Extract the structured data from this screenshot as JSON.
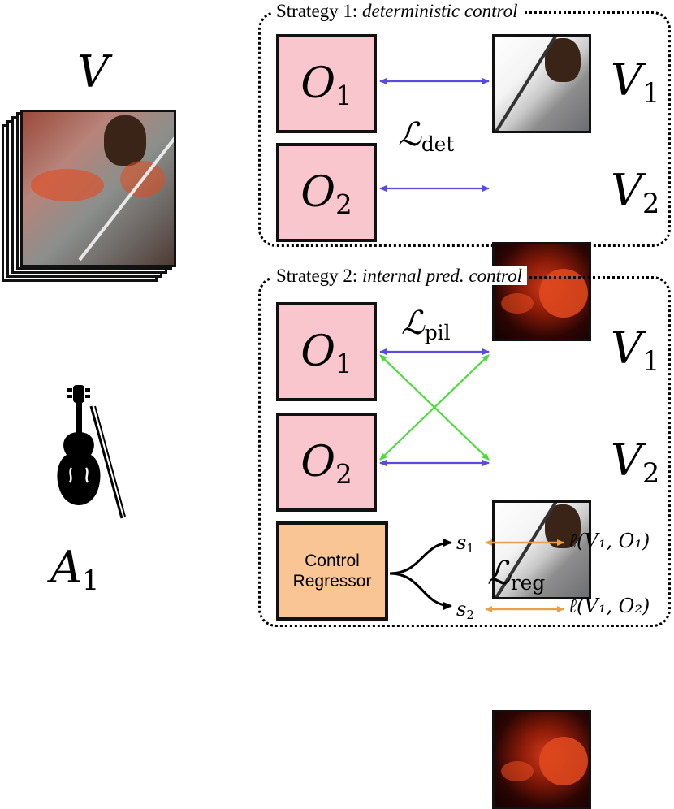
{
  "left": {
    "video_label_main": "V",
    "audio_label_main": "A",
    "audio_label_sub": "1"
  },
  "strategy1": {
    "title_prefix": "Strategy 1: ",
    "title_italic": "deterministic control",
    "o1_main": "O",
    "o1_sub": "1",
    "o2_main": "O",
    "o2_sub": "2",
    "v1_main": "V",
    "v1_sub": "1",
    "v2_main": "V",
    "v2_sub": "2",
    "loss_main": "ℒ",
    "loss_sub": "det"
  },
  "strategy2": {
    "title_prefix": "Strategy 2: ",
    "title_italic": "internal pred. control",
    "o1_main": "O",
    "o1_sub": "1",
    "o2_main": "O",
    "o2_sub": "2",
    "v1_main": "V",
    "v1_sub": "1",
    "v2_main": "V",
    "v2_sub": "2",
    "loss_pil_main": "ℒ",
    "loss_pil_sub": "pil",
    "regressor_line1": "Control",
    "regressor_line2": "Regressor",
    "s1_main": "s",
    "s1_sub": "1",
    "s2_main": "s",
    "s2_sub": "2",
    "loss_reg_main": "ℒ",
    "loss_reg_sub": "reg",
    "ell1": "ℓ(V₁, O₁)",
    "ell2": "ℓ(V₁, O₂)"
  },
  "colors": {
    "output_box": "#f9c6cd",
    "regressor_box": "#f9c594",
    "arrow_matched": "#5a4be0",
    "arrow_cross": "#4cdc3a",
    "arrow_reg": "#e8a04a"
  },
  "icons": [
    "video-stack-icon",
    "violin-icon"
  ]
}
